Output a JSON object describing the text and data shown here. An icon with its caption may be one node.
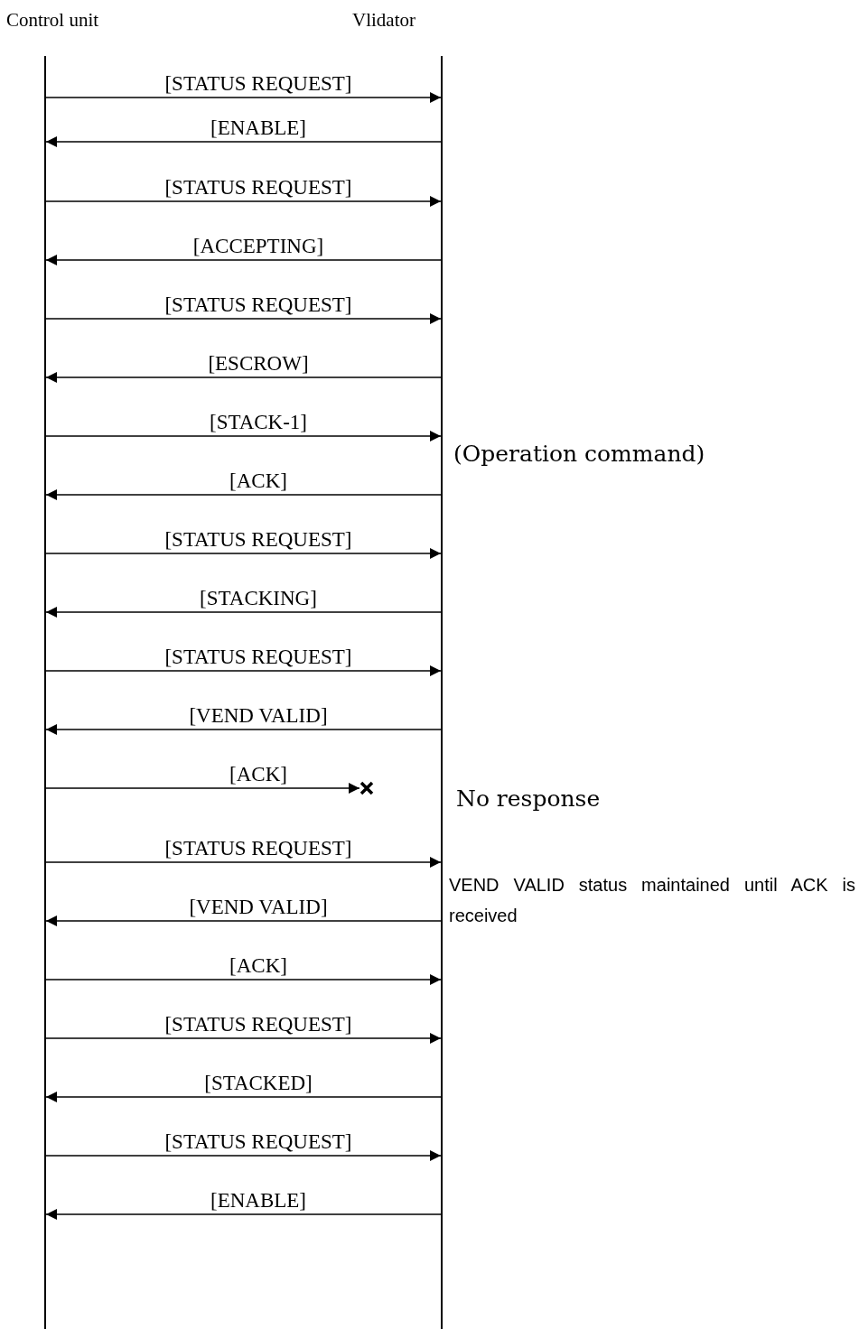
{
  "diagram": {
    "nodes": [
      {
        "text": [
          "Control unit"
        ]
      },
      {
        "text": [
          "Vlidator"
        ]
      }
    ],
    "edges": [
      {
        "from": 0,
        "to": 1,
        "arrow": "to",
        "label": "[STATUS REQUEST]"
      },
      {
        "from": 1,
        "to": 0,
        "arrow": "to",
        "label": "[ENABLE]"
      },
      {
        "from": 0,
        "to": 1,
        "arrow": "to",
        "label": "[STATUS REQUEST]"
      },
      {
        "from": 1,
        "to": 0,
        "arrow": "to",
        "label": "[ACCEPTING]"
      },
      {
        "from": 0,
        "to": 1,
        "arrow": "to",
        "label": "[STATUS REQUEST]"
      },
      {
        "from": 1,
        "to": 0,
        "arrow": "to",
        "label": "[ESCROW]"
      },
      {
        "from": 0,
        "to": 1,
        "arrow": "to",
        "label": "[STACK-1]"
      },
      {
        "from": 1,
        "to": 0,
        "arrow": "to",
        "label": "[ACK]"
      },
      {
        "from": 0,
        "to": 1,
        "arrow": "to",
        "label": "[STATUS REQUEST]"
      },
      {
        "from": 1,
        "to": 0,
        "arrow": "to",
        "label": "[STACKING]"
      },
      {
        "from": 0,
        "to": 1,
        "arrow": "to",
        "label": "[STATUS REQUEST]"
      },
      {
        "from": 1,
        "to": 0,
        "arrow": "to",
        "label": "[VEND VALID]"
      },
      {
        "from": 0,
        "to": null,
        "arrow": "to",
        "label": "[ACK]"
      },
      {
        "from": 0,
        "to": 1,
        "arrow": "to",
        "label": "[STATUS REQUEST]"
      },
      {
        "from": 1,
        "to": 0,
        "arrow": "to",
        "label": "[VEND VALID]"
      },
      {
        "from": 0,
        "to": 1,
        "arrow": "to",
        "label": "[ACK]"
      },
      {
        "from": 0,
        "to": 1,
        "arrow": "to",
        "label": "[STATUS REQUEST]"
      },
      {
        "from": 1,
        "to": 0,
        "arrow": "to",
        "label": "[STACKED]"
      },
      {
        "from": 0,
        "to": 1,
        "arrow": "to",
        "label": "[STATUS REQUEST]"
      },
      {
        "from": 1,
        "to": 0,
        "arrow": "to",
        "label": "[ENABLE]"
      }
    ],
    "labels": [
      "(Operation command)",
      "No response",
      "VEND VALID status maintained until ACK is received"
    ]
  }
}
